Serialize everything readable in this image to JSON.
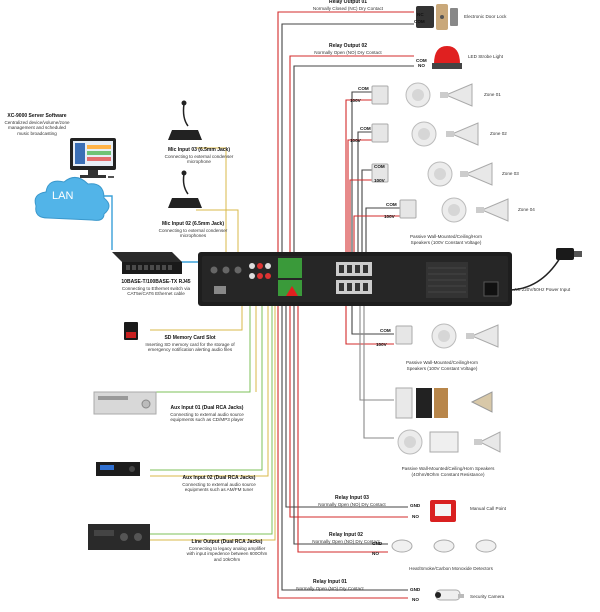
{
  "relay_out_01": {
    "title": "Relay Output 01",
    "desc": "Normally Closed (NC) Dry Contact",
    "nc": "NC",
    "com": "COM"
  },
  "door_lock": "Electronic Door Lock",
  "relay_out_02": {
    "title": "Relay Output 02",
    "desc": "Normally Open (NO) Dry Contact",
    "com": "COM",
    "no": "NO"
  },
  "strobe": "LED Strobe Light",
  "zones": [
    "Zone 01",
    "Zone 02",
    "Zone 03",
    "Zone 04"
  ],
  "com_label": "COM",
  "v100_label": "100V",
  "passive_100v": "Passive Wall-Mounted/Ceiling/Horn Speakers (100V Constant Voltage)",
  "ac_input": "AC 220V/50Hz Power Input",
  "passive_res": "Passive Wall-Mounted/Ceiling/Horn Speakers (4Ohm/8Ohm Constant Resistance)",
  "software": {
    "title": "XC-9000 Server Software",
    "desc": "Centralized device/volume/zone management and scheduled music broadcasting"
  },
  "lan": "LAN",
  "mic03": {
    "title": "Mic Input 03 (6.5mm Jack)",
    "desc": "Connecting to external condenser microphone"
  },
  "mic02": {
    "title": "Mic Input 02 (6.5mm Jack)",
    "desc": "Connecting to external condenser microphones"
  },
  "ethernet": {
    "title": "10BASE-T/100BASE-TX RJ45",
    "desc": "Connecting to Ethernet switch via CAT5e/CAT6 Ethernet cable"
  },
  "sd": {
    "title": "SD Memory Card Slot",
    "desc": "Inserting SD memory card for the storage of emergency notification alerting audio files"
  },
  "aux01": {
    "title": "Aux Input 01 (Dual RCA Jacks)",
    "desc": "Connecting to external audio source equipments such as CD/MP3 player"
  },
  "aux02": {
    "title": "Aux Input 02 (Dual RCA Jacks)",
    "desc": "Connecting to external audio source equipments such as AM/FM tuner"
  },
  "line_out": {
    "title": "Line Output (Dual RCA Jacks)",
    "desc": "Connecting to legacy analog amplifier with input impedence between 600Ohm and 10kOhm"
  },
  "relay_in_03": {
    "title": "Relay Input 03",
    "desc": "Normally Open (NO) Dry Contact",
    "gnd": "GND",
    "no": "NO"
  },
  "call_point": "Manual Call Point",
  "relay_in_02": {
    "title": "Relay Input 02",
    "desc": "Normally Open (NO) Dry Contact",
    "gnd": "GND",
    "no": "NO"
  },
  "detector": "Heat/Smoke/Carbon Monoxide Detectors",
  "relay_in_01": {
    "title": "Relay Input 01",
    "desc": "Normally Open (NO) Dry Contact",
    "gnd": "GND",
    "no": "NO"
  },
  "camera": "Security Camera"
}
